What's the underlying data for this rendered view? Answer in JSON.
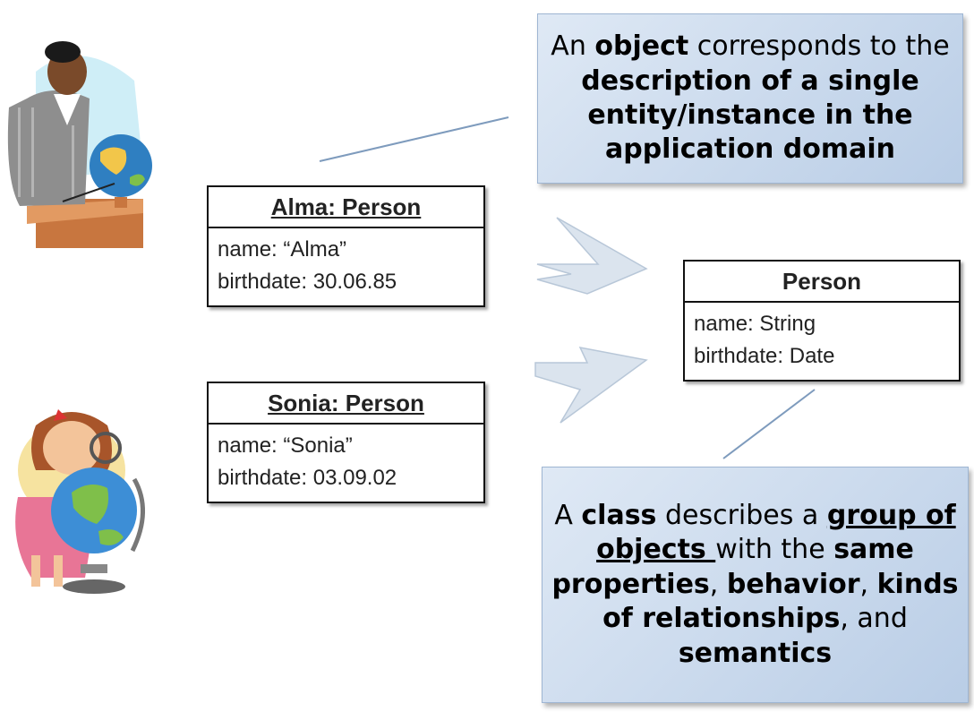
{
  "objects": [
    {
      "title": "Alma: Person",
      "attr1": "name: “Alma”",
      "attr2": "birthdate: 30.06.85"
    },
    {
      "title": "Sonia: Person",
      "attr1": "name: “Sonia”",
      "attr2": "birthdate: 03.09.02"
    }
  ],
  "class": {
    "title": "Person",
    "attr1": "name: String",
    "attr2": "birthdate: Date"
  },
  "callout_object": {
    "t1": "An ",
    "b1": "object",
    "t2": " corresponds to the ",
    "b2": "description of a single entity/instance in the application domain"
  },
  "callout_class": {
    "t1": "A ",
    "b1": "class",
    "t2": " describes a ",
    "bu1": "group of objects ",
    "t3": "with the ",
    "b2": "same properties",
    "t4": ", ",
    "b3": "behavior",
    "t5": ", ",
    "b4": "kinds of relationships",
    "t6": ", and ",
    "b5": "semantics"
  },
  "colors": {
    "callout_light": "#dfe9f5",
    "callout_dark": "#b9cde6",
    "arrow_fill": "#dbe4ee",
    "line": "#7e9bbd"
  },
  "icons": {
    "teacher": "teacher-clipart",
    "girl": "girl-with-globe-clipart"
  }
}
